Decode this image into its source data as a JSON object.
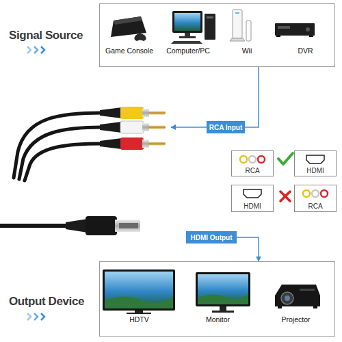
{
  "diagram": {
    "nodes": [
      {
        "text": [
          "Signal Source"
        ]
      },
      {
        "text": [
          "Game Console"
        ],
        "in": 0
      },
      {
        "text": [
          "Computer/PC"
        ],
        "in": 0
      },
      {
        "text": [
          "Wii"
        ],
        "in": 0
      },
      {
        "text": [
          "DVR"
        ],
        "in": 0
      },
      {
        "text": [
          "RCA Input"
        ]
      },
      {
        "text": [
          "RCA"
        ]
      },
      {
        "text": [
          "HDMI"
        ]
      },
      {
        "text": [
          "HDMI"
        ]
      },
      {
        "text": [
          "RCA"
        ]
      },
      {
        "text": [
          "HDMI Output"
        ]
      },
      {
        "text": [
          "Output Device"
        ]
      },
      {
        "text": [
          "HDTV"
        ],
        "in": 11
      },
      {
        "text": [
          "Monitor"
        ],
        "in": 11
      },
      {
        "text": [
          "Projector"
        ],
        "in": 11
      }
    ],
    "edges": [
      {
        "from": 0,
        "to": 5,
        "arrow": "none"
      },
      {
        "from": 10,
        "to": 11,
        "arrow": "to"
      }
    ]
  }
}
